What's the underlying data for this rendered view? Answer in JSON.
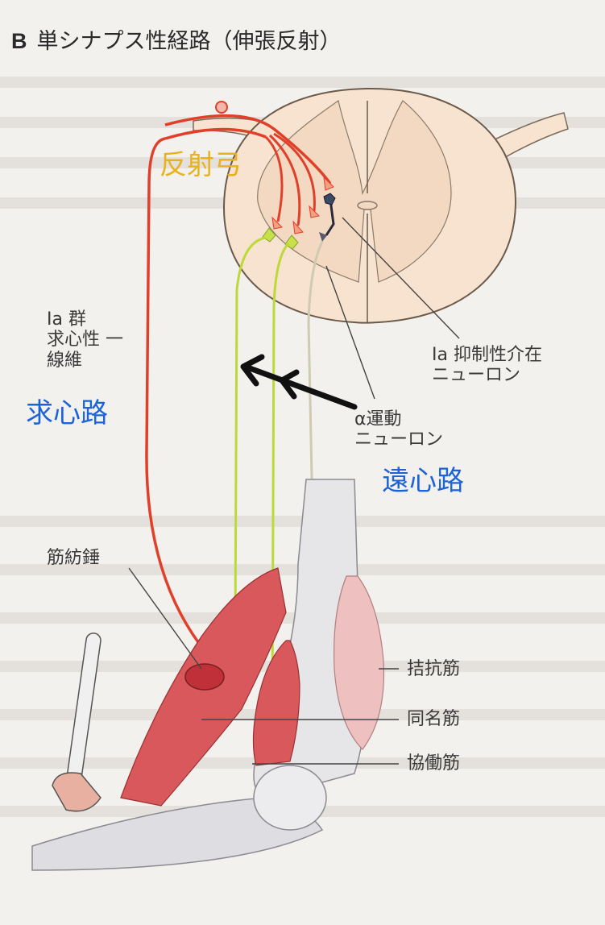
{
  "title": {
    "letter": "B",
    "text": "単シナプス性経路（伸張反射）"
  },
  "labels": {
    "reflex_arc": "反射弓",
    "afferent_fiber": [
      "Ia 群",
      "求心性 一",
      "線維"
    ],
    "afferent_path": "求心路",
    "inhibitory_interneuron": [
      "Ia 抑制性介在",
      "ニューロン"
    ],
    "alpha_motor_neuron": [
      "α運動",
      "ニューロン"
    ],
    "efferent_path": "遠心路",
    "muscle_spindle": "筋紡錘",
    "antagonist": "拮抗筋",
    "homonymous": "同名筋",
    "synergist": "協働筋"
  },
  "colors": {
    "afferent": "#e0402a",
    "efferent": "#bcd93a",
    "inhibitory": "#c8c4b0",
    "cord": "#f7e3cf",
    "muscle": "#d8585c",
    "blue_label": "#1b63d6",
    "yellow_label": "#e9b21c"
  }
}
